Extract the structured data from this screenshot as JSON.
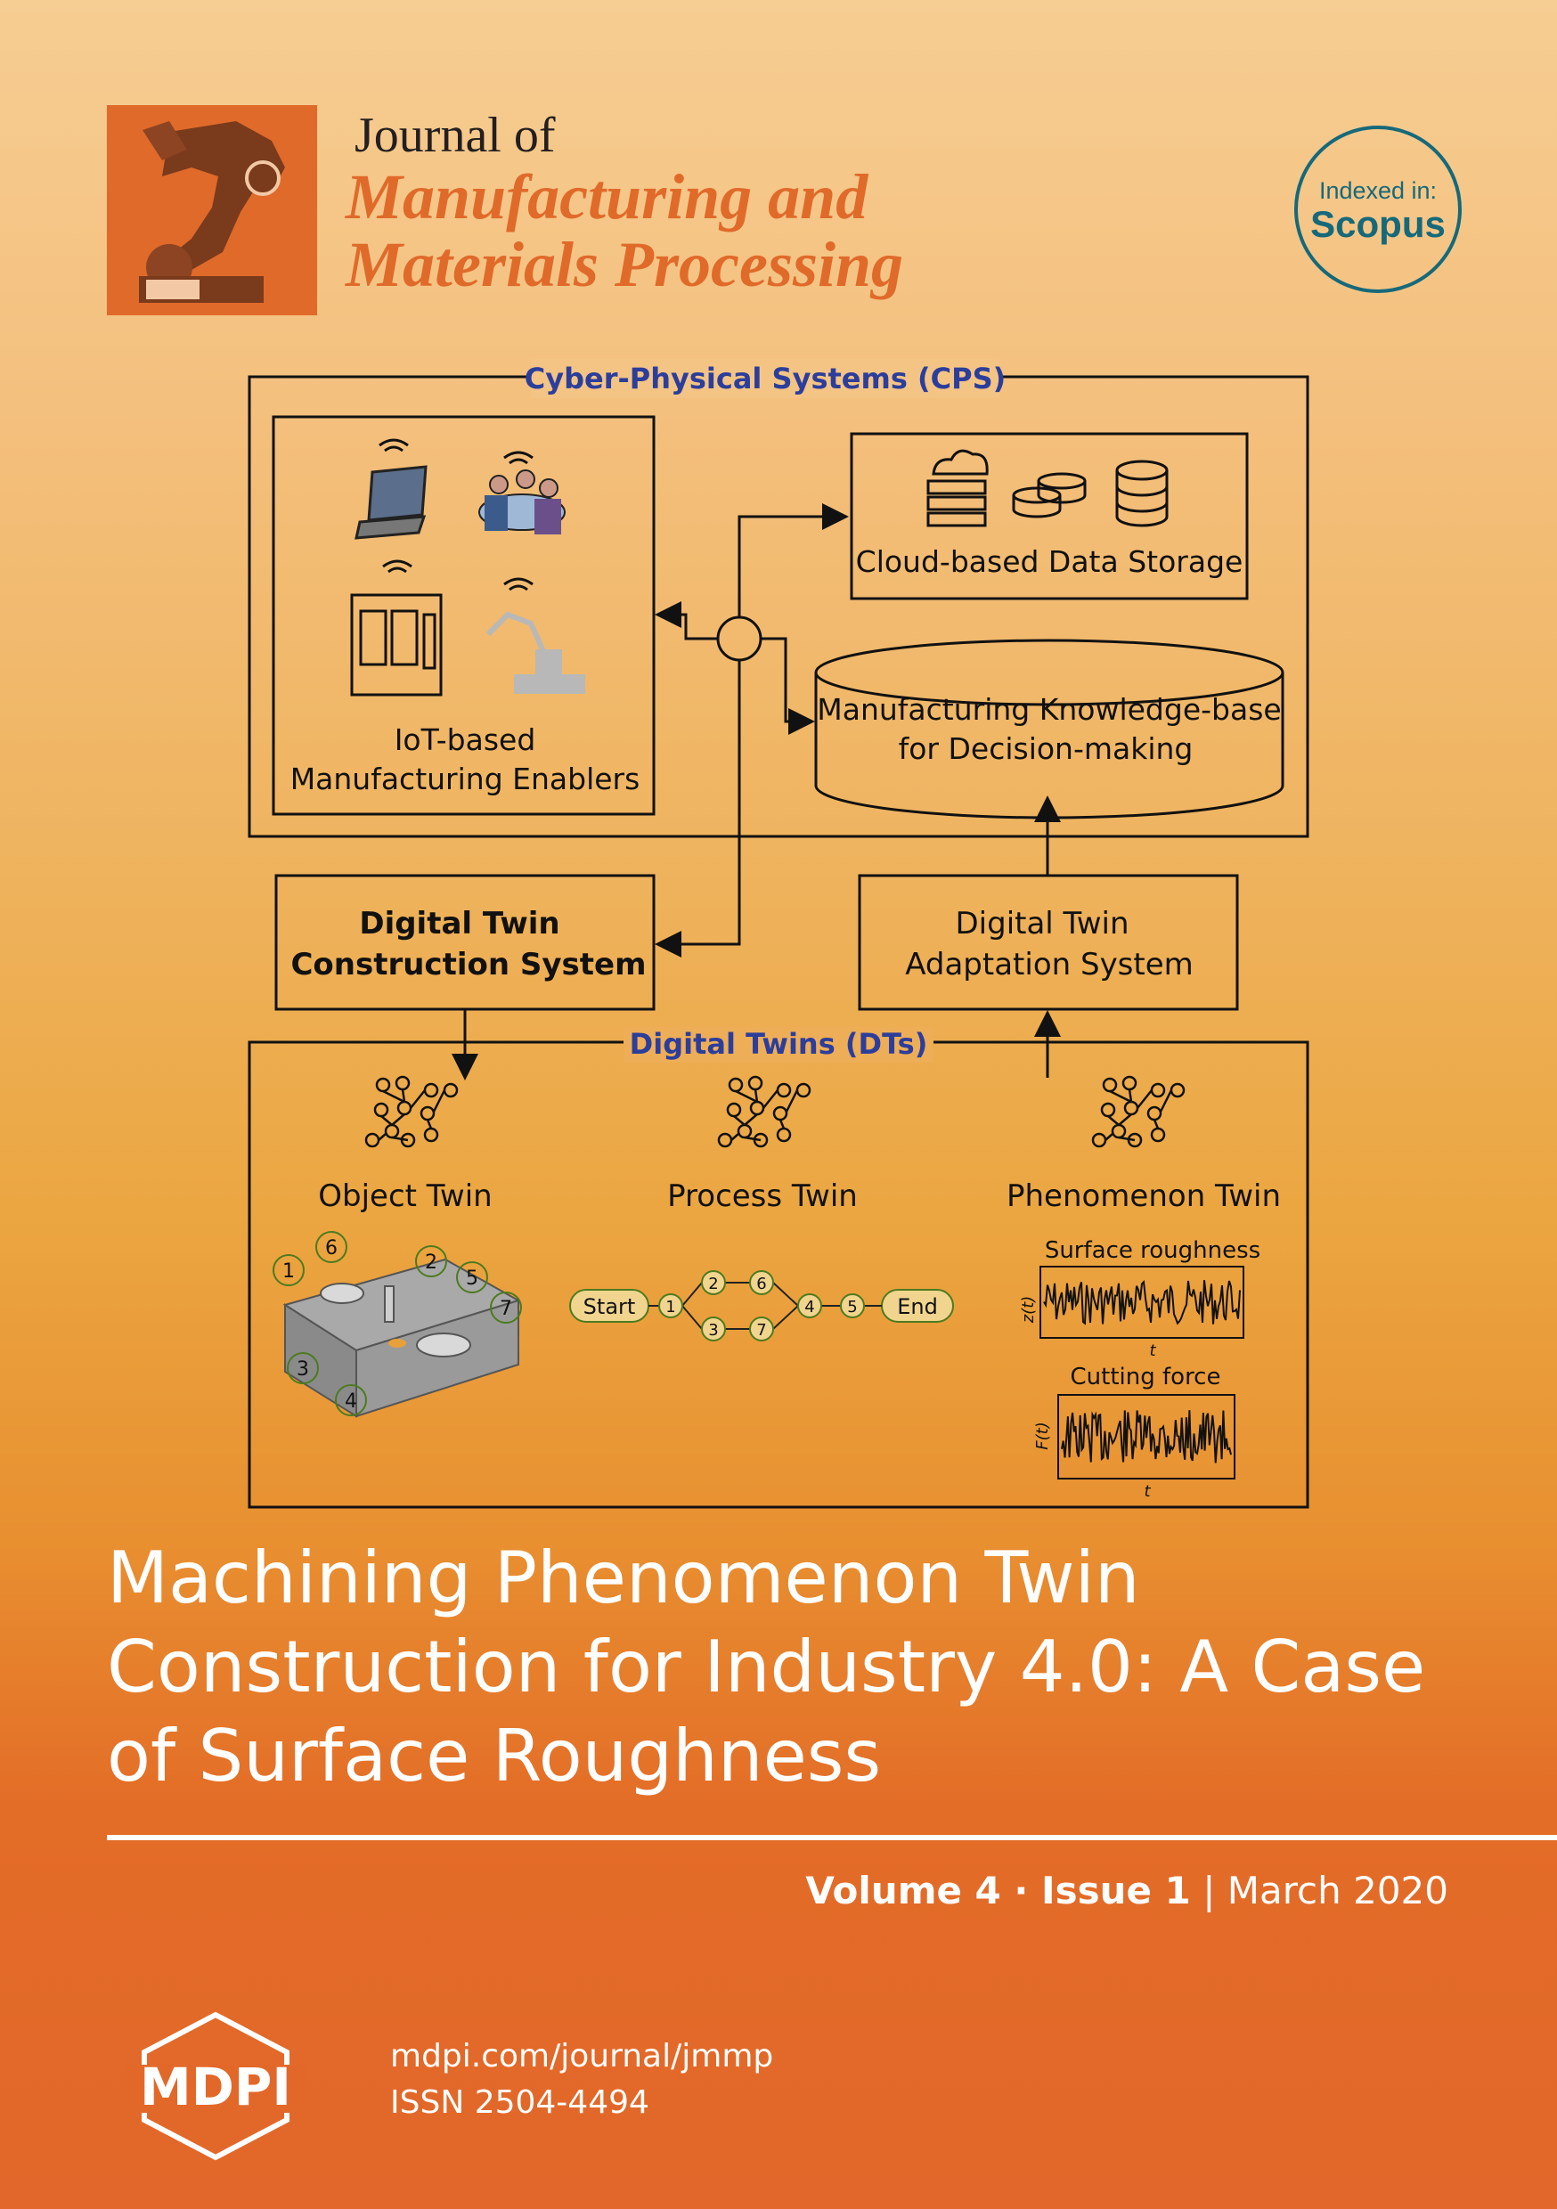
{
  "journal": {
    "prefix": "Journal of",
    "name_line1": "Manufacturing and",
    "name_line2": "Materials Processing",
    "brand_color": "#e06a2a"
  },
  "badge": {
    "small": "Indexed in:",
    "big": "Scopus",
    "color": "#16697a"
  },
  "diagram": {
    "cps_title": "Cyber-Physical Systems (CPS)",
    "iot_label_1": "IoT-based",
    "iot_label_2": "Manufacturing Enablers",
    "cloud_label": "Cloud-based Data Storage",
    "kb_label_1": "Manufacturing Knowledge-base",
    "kb_label_2": "for Decision-making",
    "dt_construction_1": "Digital Twin",
    "dt_construction_2": "Construction System",
    "dt_adaptation_1": "Digital Twin",
    "dt_adaptation_2": "Adaptation System",
    "dts_title": "Digital Twins (DTs)",
    "object_twin": "Object Twin",
    "process_twin": "Process Twin",
    "phenomenon_twin": "Phenomenon Twin",
    "object_callouts": [
      "1",
      "6",
      "2",
      "5",
      "7",
      "3",
      "4"
    ],
    "process_start": "Start",
    "process_end": "End",
    "process_nodes": [
      "1",
      "2",
      "6",
      "3",
      "7",
      "4",
      "5"
    ],
    "plot1_title": "Surface roughness",
    "plot1_ylabel": "z(t)",
    "plot1_xlabel": "t",
    "plot2_title": "Cutting force",
    "plot2_ylabel": "F(t)",
    "plot2_xlabel": "t",
    "section_color": "#2c3e9c"
  },
  "article": {
    "title": "Machining Phenomenon Twin Construction for Industry 4.0: A Case of Surface Roughness"
  },
  "issue": {
    "volume": "Volume 4",
    "sep": " · ",
    "issue": "Issue 1",
    "bar": " | ",
    "date": "March 2020"
  },
  "publisher": {
    "logo_text": "MDPI",
    "url": "mdpi.com/journal/jmmp",
    "issn": "ISSN 2504-4494"
  }
}
